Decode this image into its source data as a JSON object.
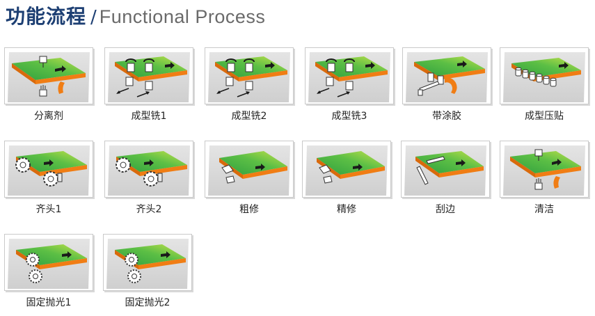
{
  "header": {
    "title_cn": "功能流程",
    "slash": "/",
    "title_en": "Functional Process"
  },
  "colors": {
    "title_blue": "#1d3f73",
    "panel_grey": "#d6d6d6",
    "board_green": "#4fb848",
    "board_lime": "#b6dd4a",
    "edge_orange": "#f07d14"
  },
  "steps": [
    {
      "label": "分离剂",
      "icon": "release-agent-icon"
    },
    {
      "label": "成型铣1",
      "icon": "milling-cutters-icon"
    },
    {
      "label": "成型铣2",
      "icon": "milling-cutters-icon"
    },
    {
      "label": "成型铣3",
      "icon": "milling-cutters-icon"
    },
    {
      "label": "带涂胶",
      "icon": "glue-coating-icon"
    },
    {
      "label": "成型压贴",
      "icon": "press-rollers-icon"
    },
    {
      "label": "齐头1",
      "icon": "end-trimming-saw-icon"
    },
    {
      "label": "齐头2",
      "icon": "end-trimming-saw-icon"
    },
    {
      "label": "粗修",
      "icon": "rough-trimming-icon"
    },
    {
      "label": "精修",
      "icon": "fine-trimming-icon"
    },
    {
      "label": "刮边",
      "icon": "edge-scraping-icon"
    },
    {
      "label": "清洁",
      "icon": "cleaning-icon"
    },
    {
      "label": "固定抛光1",
      "icon": "buffing-wheel-icon"
    },
    {
      "label": "固定抛光2",
      "icon": "buffing-wheel-icon"
    }
  ]
}
